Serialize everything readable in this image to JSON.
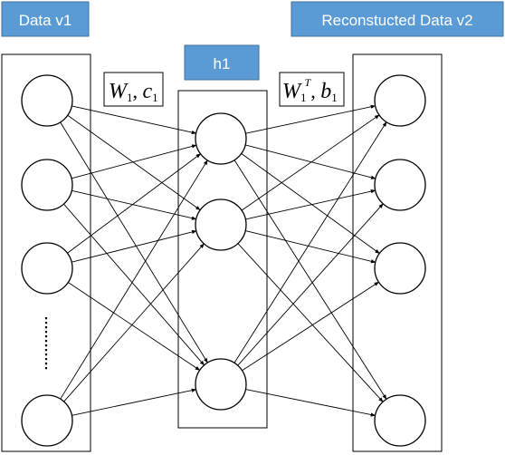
{
  "labels": {
    "input_layer": "Data v1",
    "hidden_layer": "h1",
    "output_layer": "Reconstucted Data v2"
  },
  "weights_in": {
    "w": "W",
    "w_sub": "1",
    "comma": ", ",
    "c": "c",
    "c_sub": "1"
  },
  "weights_out": {
    "w": "W",
    "w_sub": "1",
    "w_sup": "T",
    "comma": ", ",
    "b": "b",
    "b_sub": "1"
  },
  "ellipsis": "⋮",
  "network": {
    "input_nodes": 4,
    "hidden_nodes": 3,
    "output_nodes": 4,
    "connections": "fully-connected"
  },
  "colors": {
    "header_fill": "#5b9bd5",
    "header_stroke": "#41719c",
    "line": "#000000"
  }
}
